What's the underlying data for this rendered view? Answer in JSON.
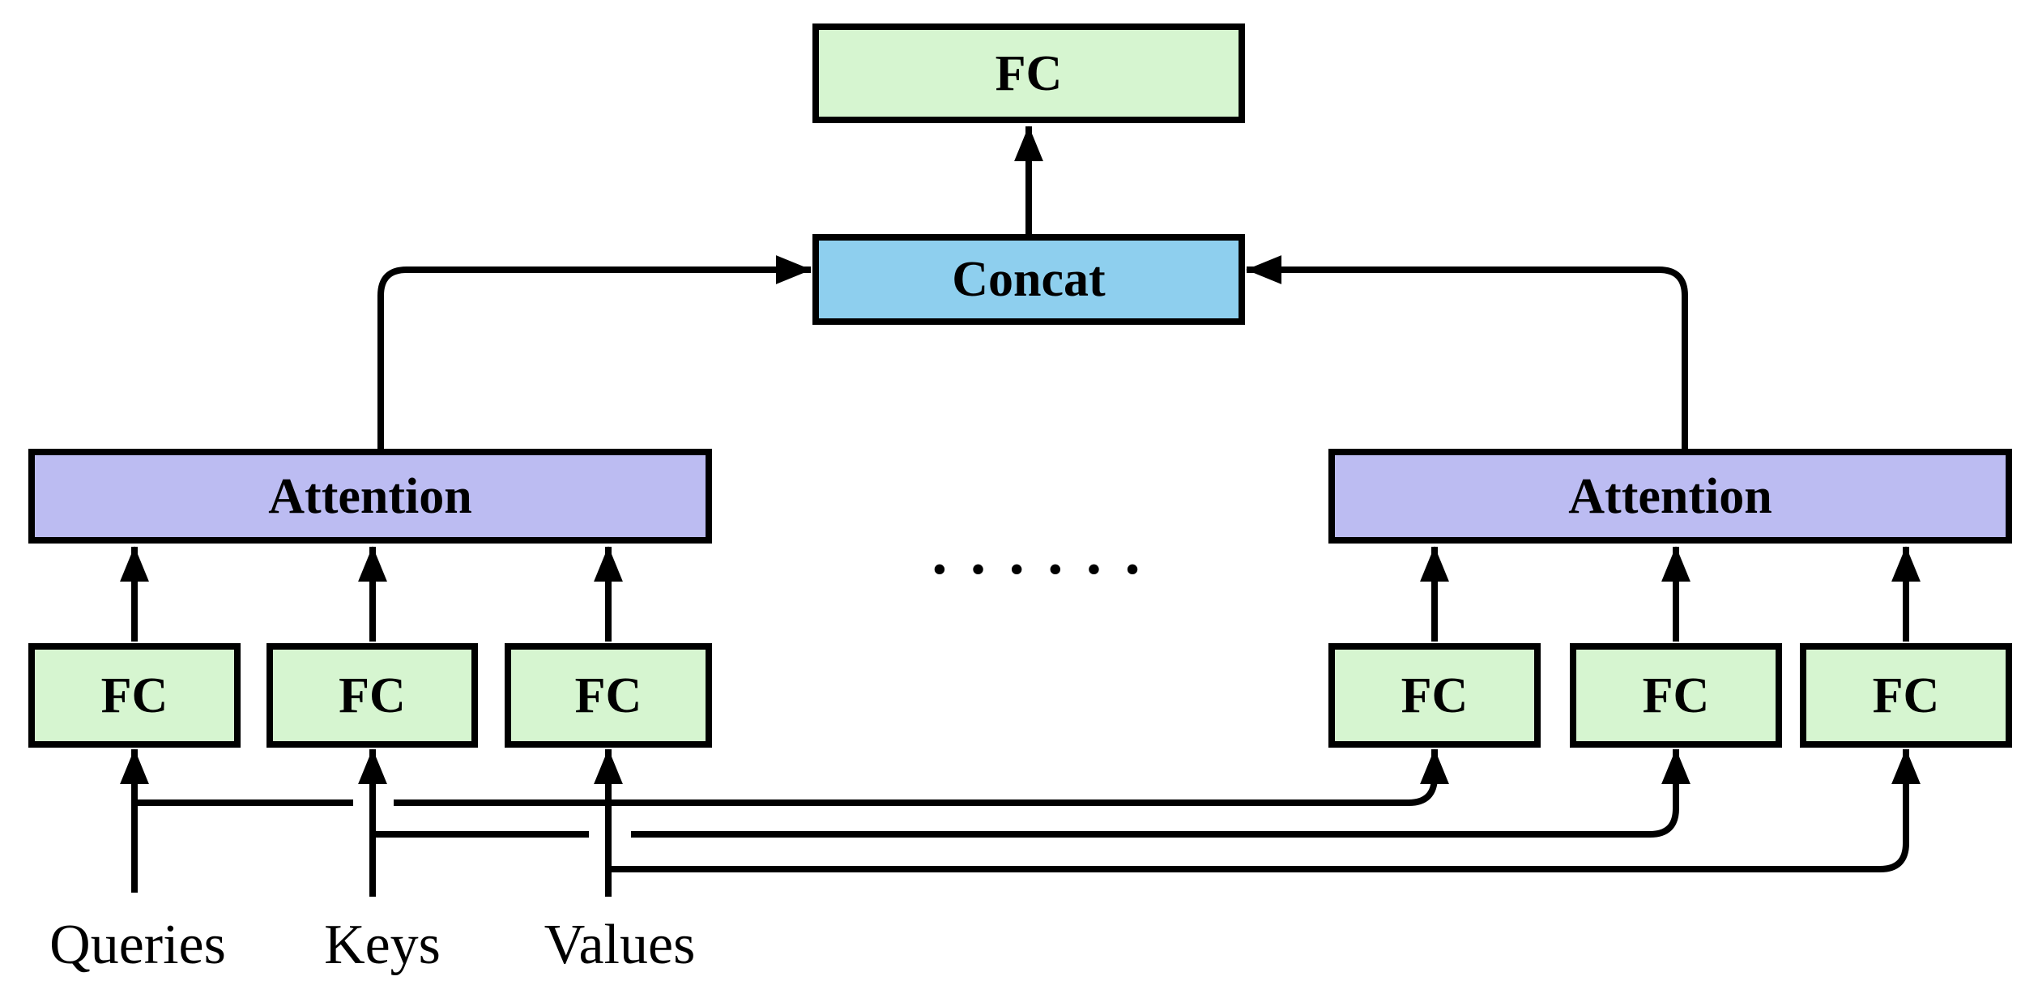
{
  "colors": {
    "fc_fill": "#d6f5d0",
    "concat_fill": "#8ecfee",
    "attention_fill": "#bcbcf2",
    "line": "#000000",
    "background": "#ffffff"
  },
  "nodes": {
    "fc_out": {
      "label": "FC"
    },
    "concat": {
      "label": "Concat"
    },
    "attention_left": {
      "label": "Attention"
    },
    "attention_right": {
      "label": "Attention"
    },
    "fc_left_q": {
      "label": "FC"
    },
    "fc_left_k": {
      "label": "FC"
    },
    "fc_left_v": {
      "label": "FC"
    },
    "fc_right_q": {
      "label": "FC"
    },
    "fc_right_k": {
      "label": "FC"
    },
    "fc_right_v": {
      "label": "FC"
    }
  },
  "inputs": {
    "queries": "Queries",
    "keys": "Keys",
    "values": "Values"
  },
  "ellipsis": "• • • • • •"
}
